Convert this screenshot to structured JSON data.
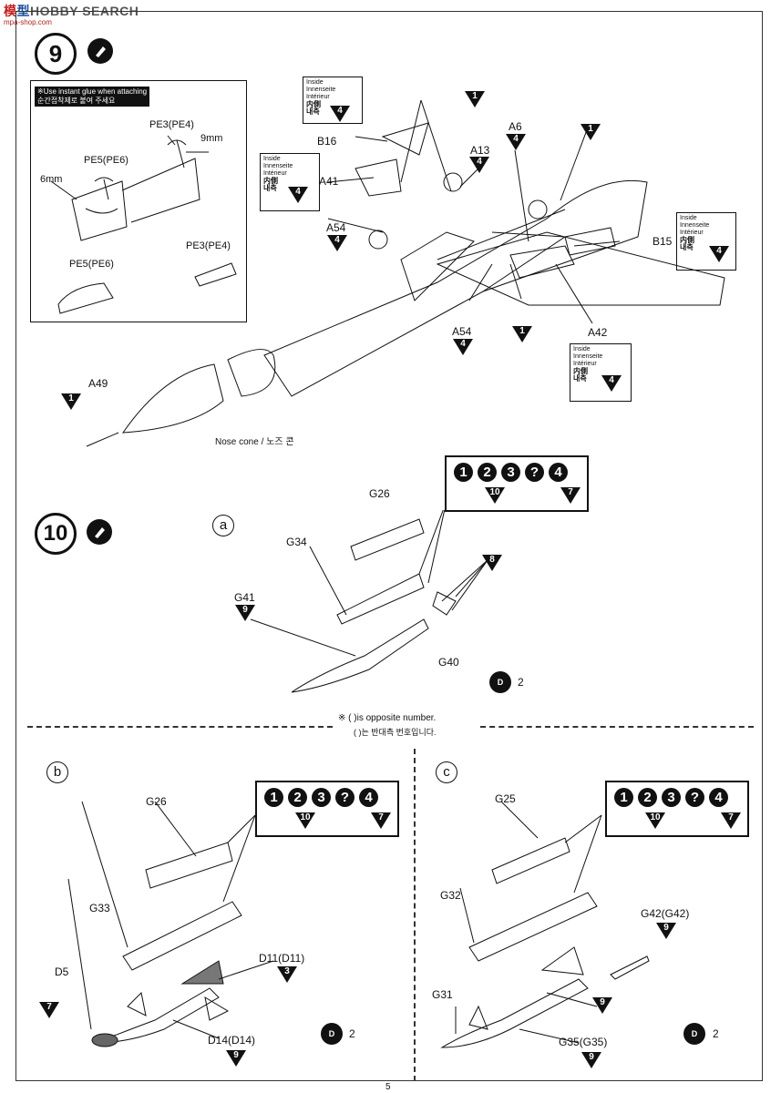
{
  "site": {
    "logo_a": "模",
    "logo_b": "型",
    "logo_c": "HOBBY SEARCH",
    "sub": "mpa-shop.com"
  },
  "step9": {
    "number": "9",
    "inset": {
      "note_line1": "※Use instant glue when attaching",
      "note_line2": "순간접착제로 붙여 주세요",
      "labels": [
        "PE3(PE4)",
        "9mm",
        "PE5(PE6)",
        "6mm",
        "PE3(PE4)",
        "PE5(PE6)"
      ]
    },
    "inside_box": {
      "l1": "Inside",
      "l2": "Innenseite",
      "l3": "Intérieur",
      "l4": "内側",
      "l5": "내측",
      "num": "4"
    },
    "parts": {
      "b16": "B16",
      "a41": "A41",
      "a54_top": "A54",
      "a13": "A13",
      "a6": "A6",
      "b15": "B15",
      "a54_bot": "A54",
      "a42": "A42",
      "a49": "A49"
    },
    "tri_nums": {
      "n1": "1",
      "n4": "4"
    },
    "nose_cone": "Nose cone / 노즈 콘"
  },
  "legend": {
    "chips": [
      "1",
      "2",
      "3",
      "?",
      "4"
    ],
    "sub1": "10",
    "sub2": "7"
  },
  "step10": {
    "number": "10",
    "a": {
      "letter": "a",
      "g26": "G26",
      "g34": "G34",
      "g41": "G41",
      "g40": "G40",
      "n8": "8",
      "n9": "9",
      "decal": "2"
    },
    "note_line1": "※ ( )is opposite number.",
    "note_line2": "( )는 반대측 번호입니다.",
    "b": {
      "letter": "b",
      "g26": "G26",
      "g33": "G33",
      "d5": "D5",
      "d11": "D11(D11)",
      "d14": "D14(D14)",
      "n3": "3",
      "n7": "7",
      "n9": "9",
      "decal": "2"
    },
    "c": {
      "letter": "c",
      "g25": "G25",
      "g32": "G32",
      "g31": "G31",
      "g42": "G42(G42)",
      "g35": "G35(G35)",
      "n9": "9",
      "decal": "2"
    }
  },
  "page": "5"
}
